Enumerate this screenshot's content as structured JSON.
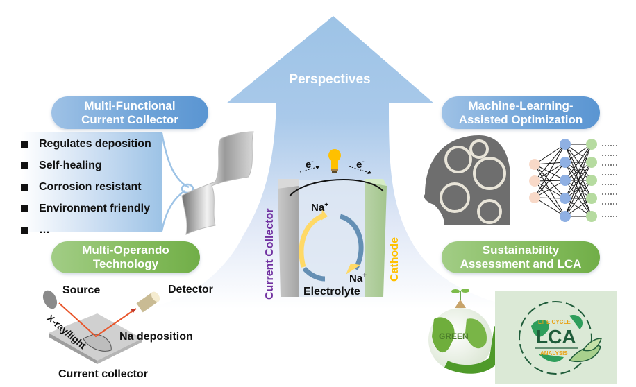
{
  "central": {
    "title": "Perspectives"
  },
  "sections": {
    "current_collector": {
      "title_line1": "Multi-Functional",
      "title_line2": "Current Collector",
      "color": "#6ea3d8",
      "bullets": [
        "Regulates deposition",
        "Self-healing",
        "Corrosion resistant",
        "Environment friendly",
        "…"
      ]
    },
    "operando": {
      "title_line1": "Multi-Operando",
      "title_line2": "Technology",
      "color": "#84bb5c",
      "labels": {
        "source": "Source",
        "detector": "Detector",
        "beam": "X-ray/light",
        "deposition": "Na deposition",
        "substrate": "Current collector"
      }
    },
    "machine_learning": {
      "title_line1": "Machine-Learning-",
      "title_line2": "Assisted Optimization",
      "color": "#6ea3d8"
    },
    "sustainability": {
      "title_line1": "Sustainability",
      "title_line2": "Assessment and LCA",
      "color": "#84bb5c",
      "green_globe_text": "GREEN",
      "lca_top": "LIFE CYCLE",
      "lca_main": "LCA",
      "lca_bottom": "ANALYSIS"
    }
  },
  "battery": {
    "electron_left": "e",
    "electron_right": "e",
    "electron_sup": "-",
    "ion_top": "Na",
    "ion_bottom": "Na",
    "ion_sup": "+",
    "electrolyte": "Electrolyte",
    "current_collector": "Current Collector",
    "cathode": "Cathode",
    "current_collector_color": "#7030a0",
    "cathode_color": "#ffc000"
  }
}
